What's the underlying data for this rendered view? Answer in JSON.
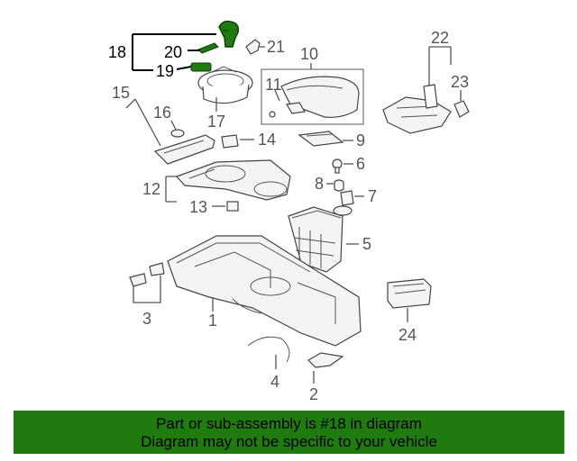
{
  "diagram": {
    "callouts": [
      {
        "id": "1",
        "label": "1"
      },
      {
        "id": "2",
        "label": "2"
      },
      {
        "id": "3",
        "label": "3"
      },
      {
        "id": "4",
        "label": "4"
      },
      {
        "id": "5",
        "label": "5"
      },
      {
        "id": "6",
        "label": "6"
      },
      {
        "id": "7",
        "label": "7"
      },
      {
        "id": "8",
        "label": "8"
      },
      {
        "id": "9",
        "label": "9"
      },
      {
        "id": "10",
        "label": "10"
      },
      {
        "id": "11",
        "label": "11"
      },
      {
        "id": "12",
        "label": "12"
      },
      {
        "id": "13",
        "label": "13"
      },
      {
        "id": "14",
        "label": "14"
      },
      {
        "id": "15",
        "label": "15"
      },
      {
        "id": "16",
        "label": "16"
      },
      {
        "id": "17",
        "label": "17"
      },
      {
        "id": "18",
        "label": "18",
        "highlighted": true
      },
      {
        "id": "19",
        "label": "19",
        "highlighted": true
      },
      {
        "id": "20",
        "label": "20",
        "highlighted": true
      },
      {
        "id": "21",
        "label": "21"
      },
      {
        "id": "22",
        "label": "22"
      },
      {
        "id": "23",
        "label": "23"
      },
      {
        "id": "24",
        "label": "24"
      }
    ],
    "highlight_color": "#1f7a10"
  },
  "banner": {
    "line1": "Part or sub-assembly is #18 in diagram",
    "line2": "Diagram may not be specific to your vehicle",
    "background": "#1f7a10"
  }
}
